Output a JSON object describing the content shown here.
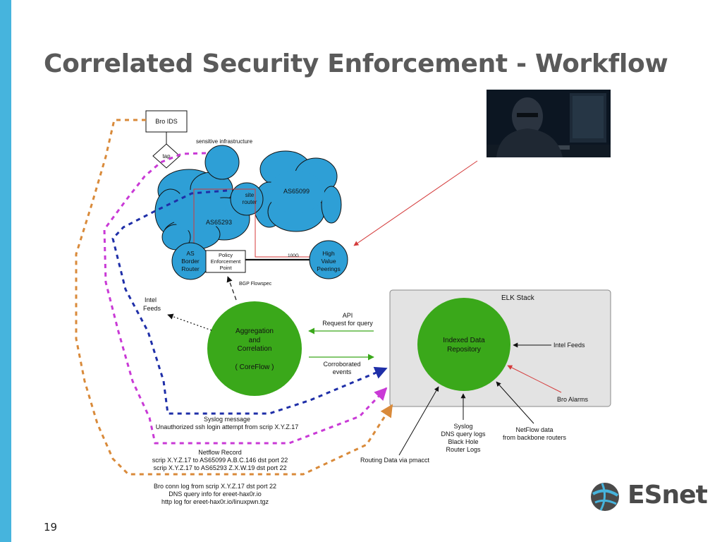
{
  "slide": {
    "title": "Correlated Security Enforcement - Workflow",
    "page_number": "19"
  },
  "logo": {
    "text": "ESnet"
  },
  "diagram": {
    "bro_ids": "Bro IDS",
    "tap": "tap",
    "sensitive_infra": "sensitive infrastructure",
    "site_router": [
      "site",
      "router"
    ],
    "as65099": "AS65099",
    "as65293": "AS65293",
    "as_border_router": [
      "AS",
      "Border",
      "Router"
    ],
    "policy_enforcement": [
      "Policy",
      "Enforcement",
      "Point"
    ],
    "link_100g": "100G",
    "high_value": [
      "High",
      "Value",
      "Peerings"
    ],
    "bgp_flowspec": "BGP Flowspec",
    "intel_feeds_left": [
      "Intel",
      "Feeds"
    ],
    "aggregation": [
      "Aggregation",
      "and",
      "Correlation"
    ],
    "coreflow": "( CoreFlow )",
    "api": [
      "API",
      "Request for query"
    ],
    "corroborated": [
      "Corroborated",
      "events"
    ],
    "elk_stack": "ELK Stack",
    "indexed_repo": [
      "Indexed Data",
      "Repository"
    ],
    "intel_feeds_right": "Intel Feeds",
    "bro_alarms": "Bro Alarms",
    "netflow_data": [
      "NetFlow data",
      "from backbone routers"
    ],
    "syslog_box": [
      "Syslog",
      "DNS query logs",
      "Black Hole",
      "Router Logs"
    ],
    "routing_data": "Routing Data via pmacct",
    "syslog_message": [
      "Syslog message",
      "Unauthorized ssh login attempt from scrip X.Y.Z.17"
    ],
    "netflow_record": [
      "Netflow Record",
      "scrip X.Y.Z.17 to AS65099 A.B.C.146 dst port 22",
      "scrip  X.Y.Z.17 to AS65293 Z.X.W.19 dst port 22"
    ],
    "bro_conn": [
      "Bro conn log from scrip X.Y.Z.17 dst port 22",
      "DNS query info for ereet-hax0r.io",
      "http log for ereet-hax0r.io/linuxpwn.tgz"
    ]
  },
  "colors": {
    "sidebar": "#46b4dd",
    "cloud": "#2e9fd6",
    "green": "#3aa81a",
    "orange_dash": "#d98a3a",
    "magenta_dash": "#c93ad6",
    "blue_dash": "#1f2fa8",
    "red_line": "#d43a3a"
  }
}
